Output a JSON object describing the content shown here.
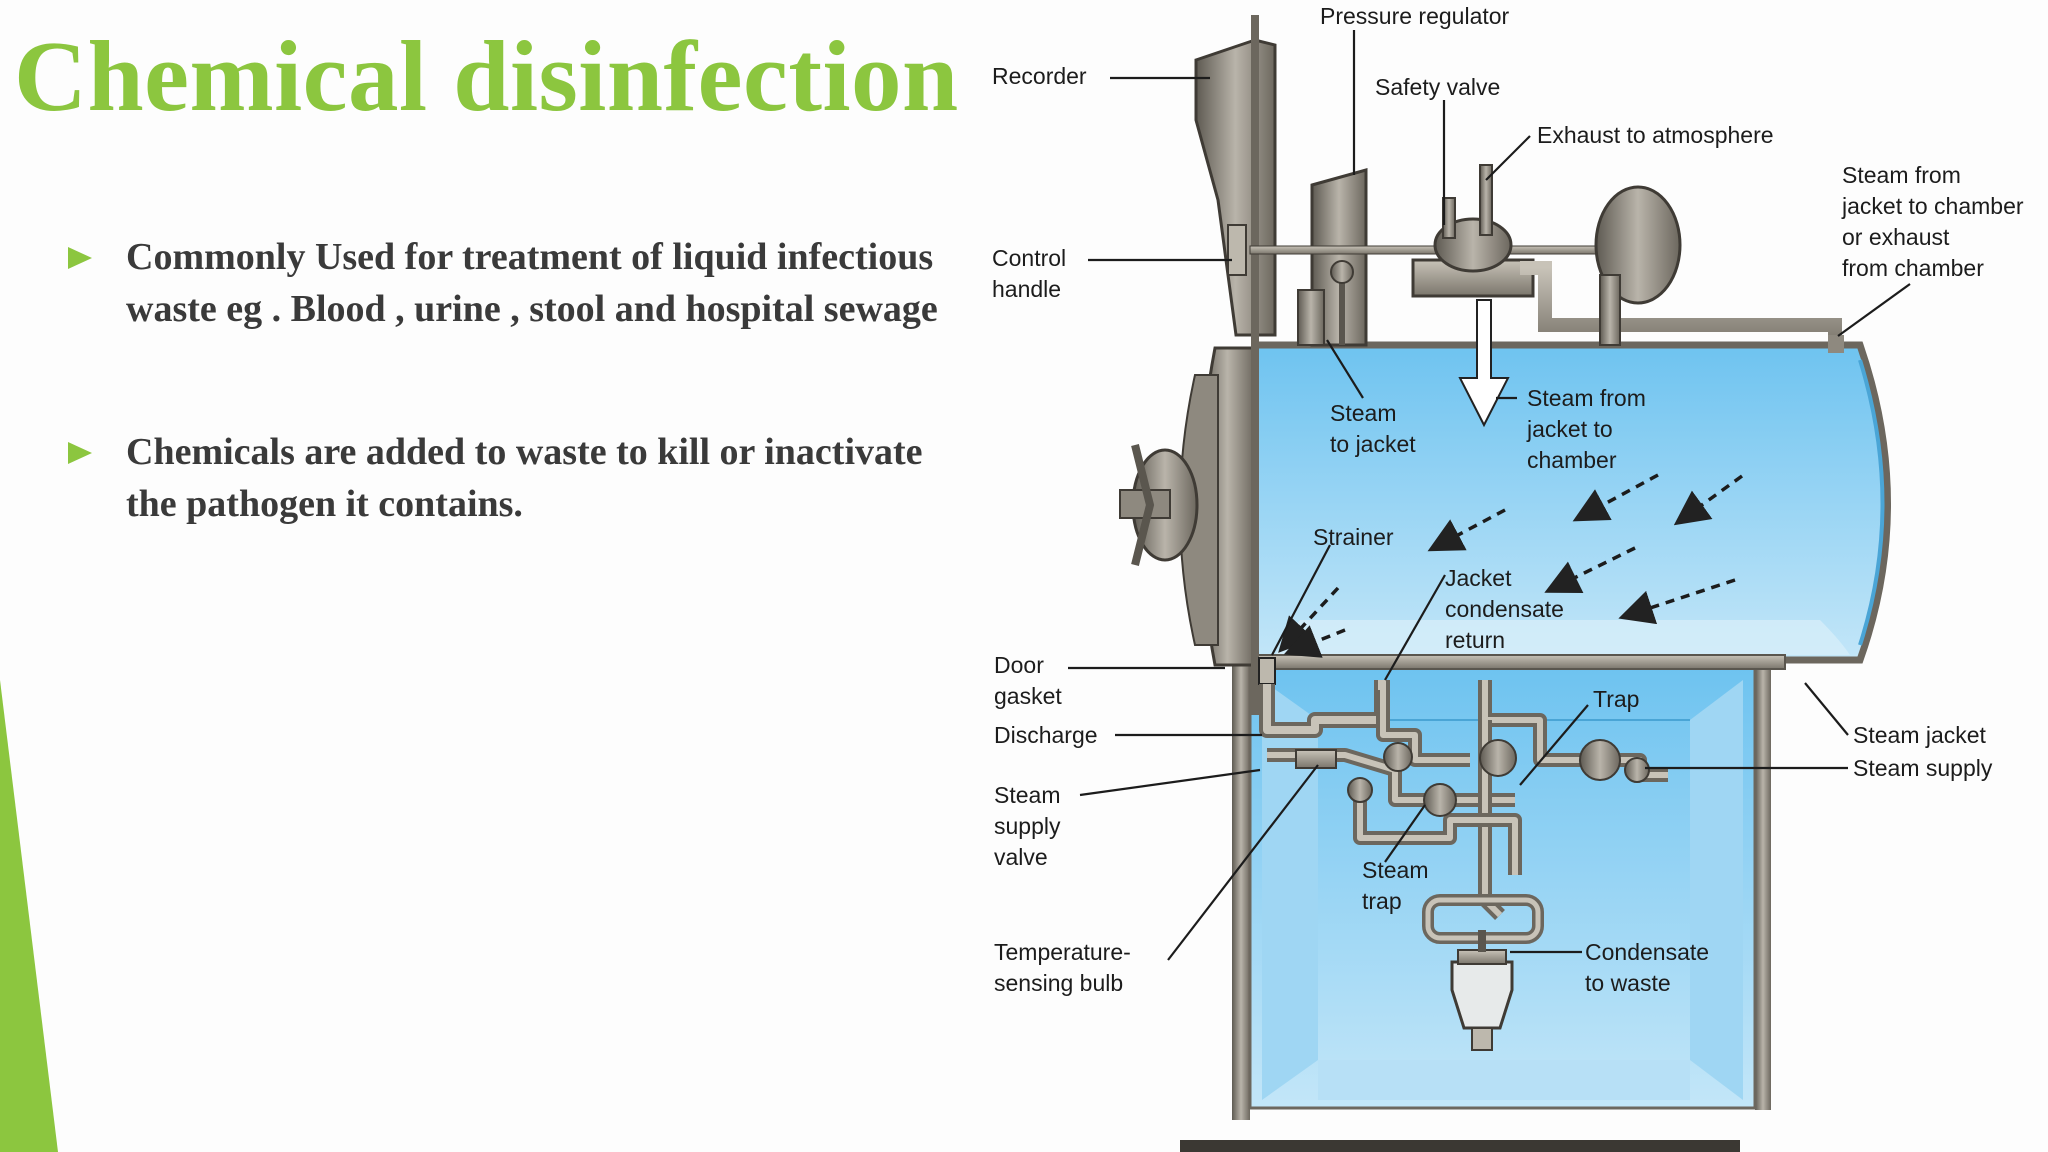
{
  "slide": {
    "title": "Chemical disinfection",
    "bullets": [
      {
        "text": "Commonly Used for treatment of liquid infectious waste eg . Blood , urine , stool and hospital sewage"
      },
      {
        "text": "Chemicals are added to waste to kill or inactivate the pathogen it contains."
      }
    ]
  },
  "diagram": {
    "labels": {
      "pressure_regulator": "Pressure regulator",
      "recorder": "Recorder",
      "safety_valve": "Safety valve",
      "exhaust": "Exhaust to atmosphere",
      "steam_from_jacket_1": "Steam from",
      "steam_from_jacket_2": "jacket to chamber",
      "steam_from_jacket_3": "or exhaust",
      "steam_from_jacket_4": "from chamber",
      "control_handle_1": "Control",
      "control_handle_2": "handle",
      "steam_to_jacket_1": "Steam",
      "steam_to_jacket_2": "to jacket",
      "jacket_to_chamber_1": "Steam from",
      "jacket_to_chamber_2": "jacket to",
      "jacket_to_chamber_3": "chamber",
      "strainer": "Strainer",
      "condensate_return_1": "Jacket",
      "condensate_return_2": "condensate",
      "condensate_return_3": "return",
      "door_gasket_1": "Door",
      "door_gasket_2": "gasket",
      "trap": "Trap",
      "discharge": "Discharge",
      "steam_jacket": "Steam jacket",
      "steam_supply": "Steam supply",
      "steam_supply_valve_1": "Steam",
      "steam_supply_valve_2": "supply",
      "steam_supply_valve_3": "valve",
      "steam_trap_1": "Steam",
      "steam_trap_2": "trap",
      "temp_bulb_1": "Temperature-",
      "temp_bulb_2": "sensing bulb",
      "condensate_waste_1": "Condensate",
      "condensate_waste_2": "to waste"
    }
  },
  "colors": {
    "accent": "#8cc63f",
    "body_text": "#3a3a3a",
    "water": "#7ec8f0",
    "metal": "#8a8478"
  }
}
